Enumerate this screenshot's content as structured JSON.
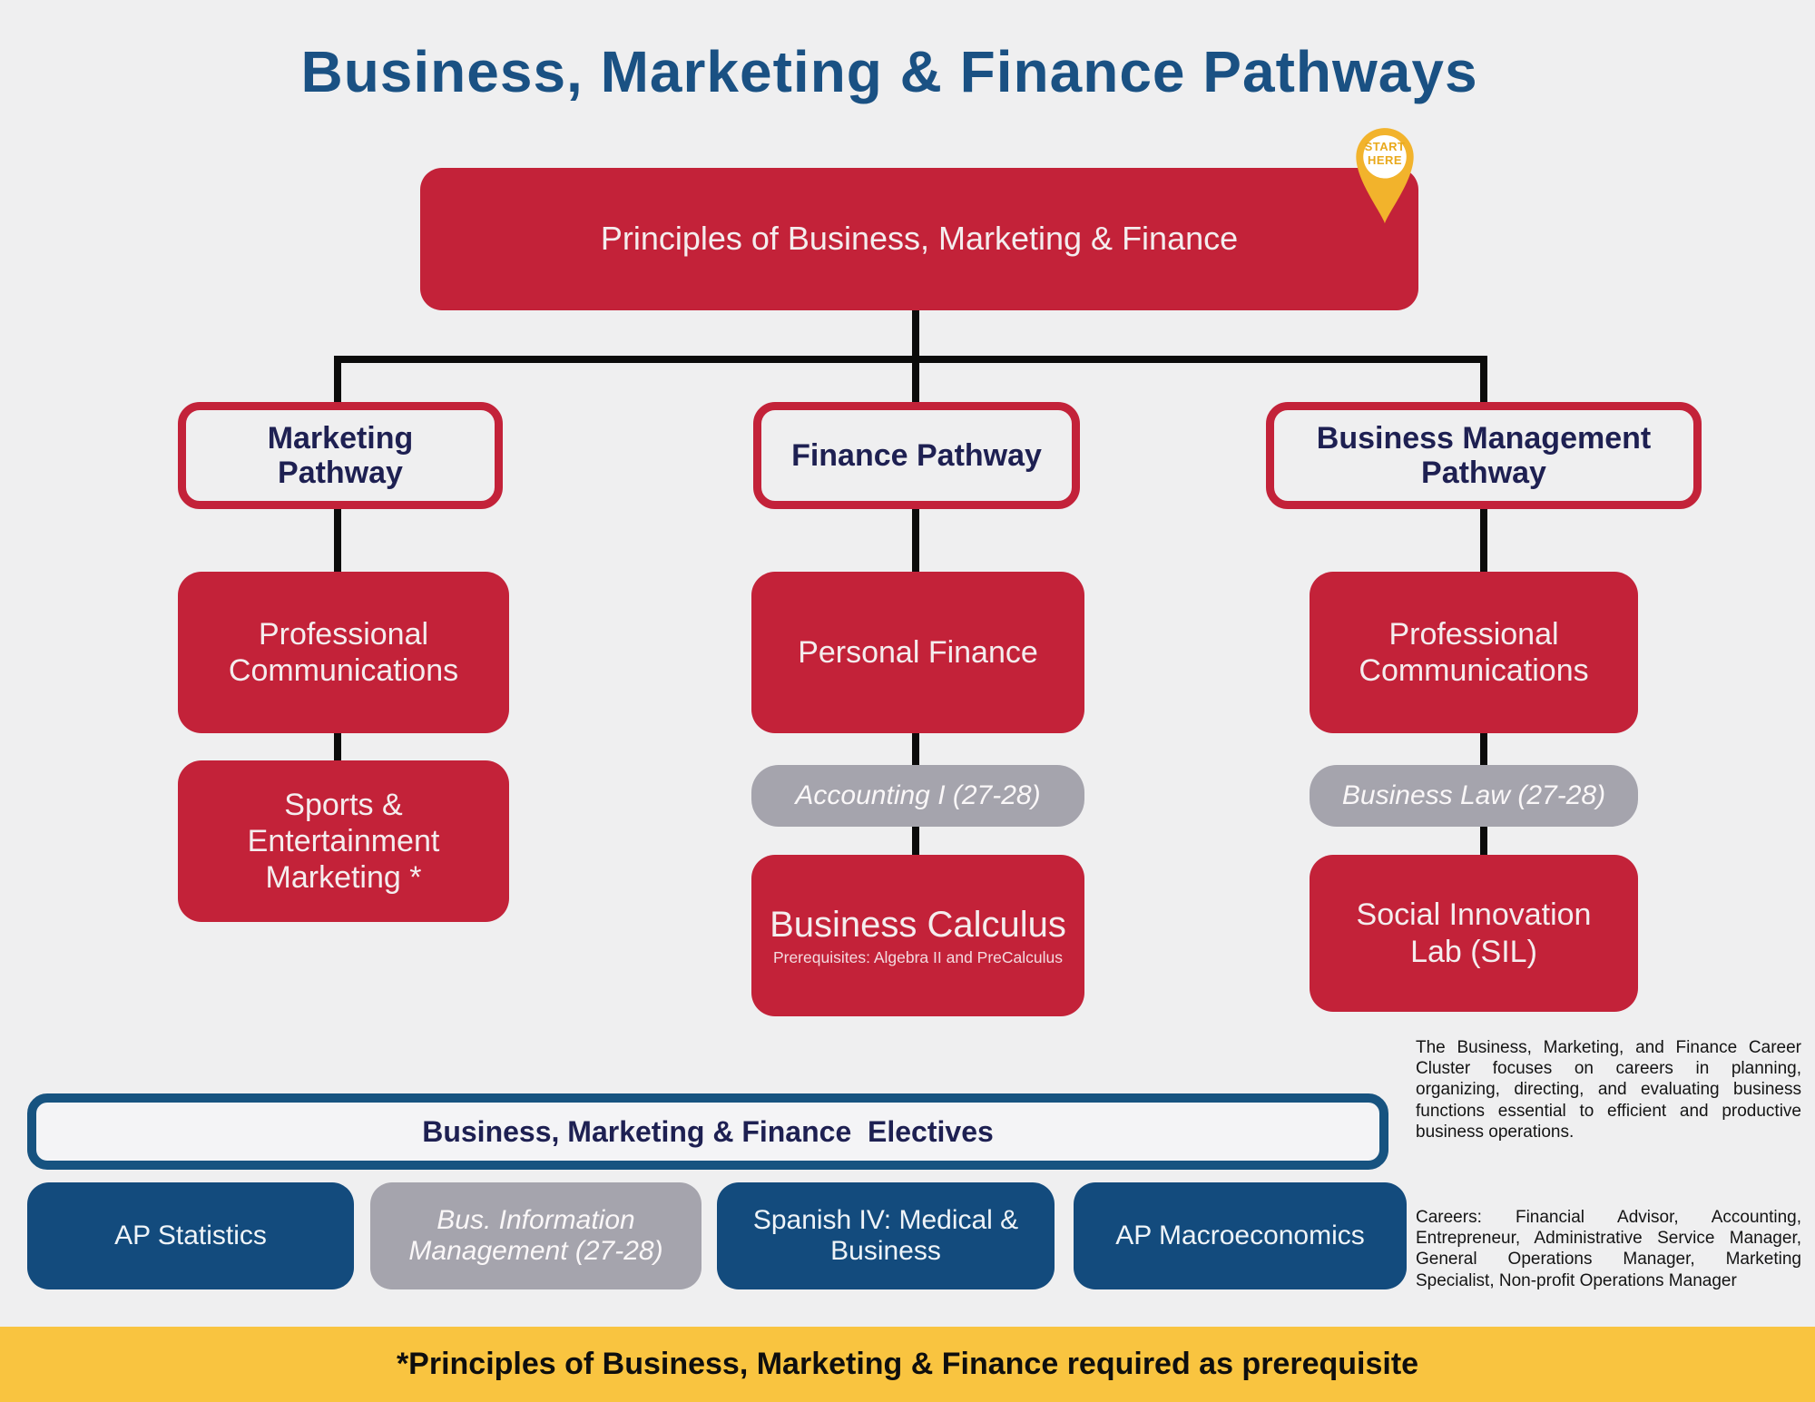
{
  "title": "Business, Marketing & Finance Pathways",
  "start_pin": {
    "line1": "START",
    "line2": "HERE"
  },
  "root_course": "Principles of Business, Marketing & Finance",
  "pathways": {
    "marketing": {
      "header": "Marketing Pathway",
      "course1": "Professional Communications",
      "course2": "Sports & Entertainment Marketing *"
    },
    "finance": {
      "header": "Finance Pathway",
      "course1": "Personal Finance",
      "course2": "Accounting I (27-28)",
      "course3": "Business Calculus",
      "course3_sub": "Prerequisites: Algebra II and PreCalculus"
    },
    "business_management": {
      "header": "Business Management Pathway",
      "course1": "Professional Communications",
      "course2": "Business Law (27-28)",
      "course3": "Social Innovation Lab (SIL)"
    }
  },
  "electives": {
    "header": "Business, Marketing & Finance  Electives",
    "items": [
      {
        "label": "AP Statistics",
        "style": "navy"
      },
      {
        "label": "Bus. Information Management (27-28)",
        "style": "gray"
      },
      {
        "label": "Spanish IV: Medical & Business",
        "style": "navy"
      },
      {
        "label": "AP Macroeconomics",
        "style": "navy"
      }
    ]
  },
  "description": "The Business, Marketing, and Finance Career Cluster focuses on careers in planning, organizing, directing, and evaluating business functions essential to efficient and productive business operations.",
  "careers": "Careers: Financial Advisor, Accounting, Entrepreneur, Administrative Service Manager, General Operations Manager, Marketing Specialist, Non-profit Operations Manager",
  "footer_note": "*Principles of Business, Marketing & Finance required as prerequisite",
  "colors": {
    "background": "#EFEFF0",
    "red": "#C32239",
    "navy_box": "#134B7D",
    "gray_box": "#A5A4AD",
    "title_blue": "#1A5183",
    "header_text_navy": "#1E2052",
    "electives_border": "#175380",
    "footer_yellow": "#F9C440",
    "pin_gold": "#F2B32C",
    "connector_black": "#0B0B0B"
  }
}
